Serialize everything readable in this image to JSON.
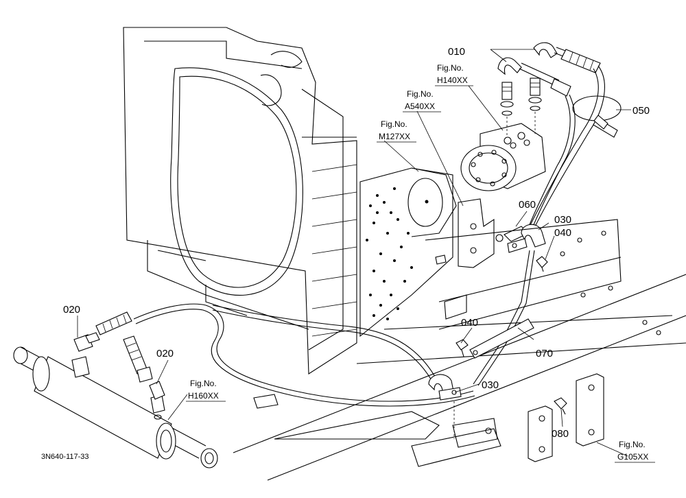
{
  "diagram": {
    "part_labels": {
      "p010": "010",
      "p050": "050",
      "p060": "060",
      "p030_upper": "030",
      "p040_upper": "040",
      "p020_left": "020",
      "p020_center": "020",
      "p040_lower": "040",
      "p070": "070",
      "p030_lower": "030",
      "p080": "080"
    },
    "figure_refs": {
      "h140": {
        "prefix": "Fig.No.",
        "code": "H140XX"
      },
      "a540": {
        "prefix": "Fig.No.",
        "code": "A540XX"
      },
      "m127": {
        "prefix": "Fig.No.",
        "code": "M127XX"
      },
      "h160": {
        "prefix": "Fig.No.",
        "code": "H160XX"
      },
      "g105": {
        "prefix": "Fig.No.",
        "code": "G105XX"
      }
    },
    "drawing_code": "3N640-117-33",
    "colors": {
      "line": "#000000",
      "background": "#ffffff"
    }
  }
}
